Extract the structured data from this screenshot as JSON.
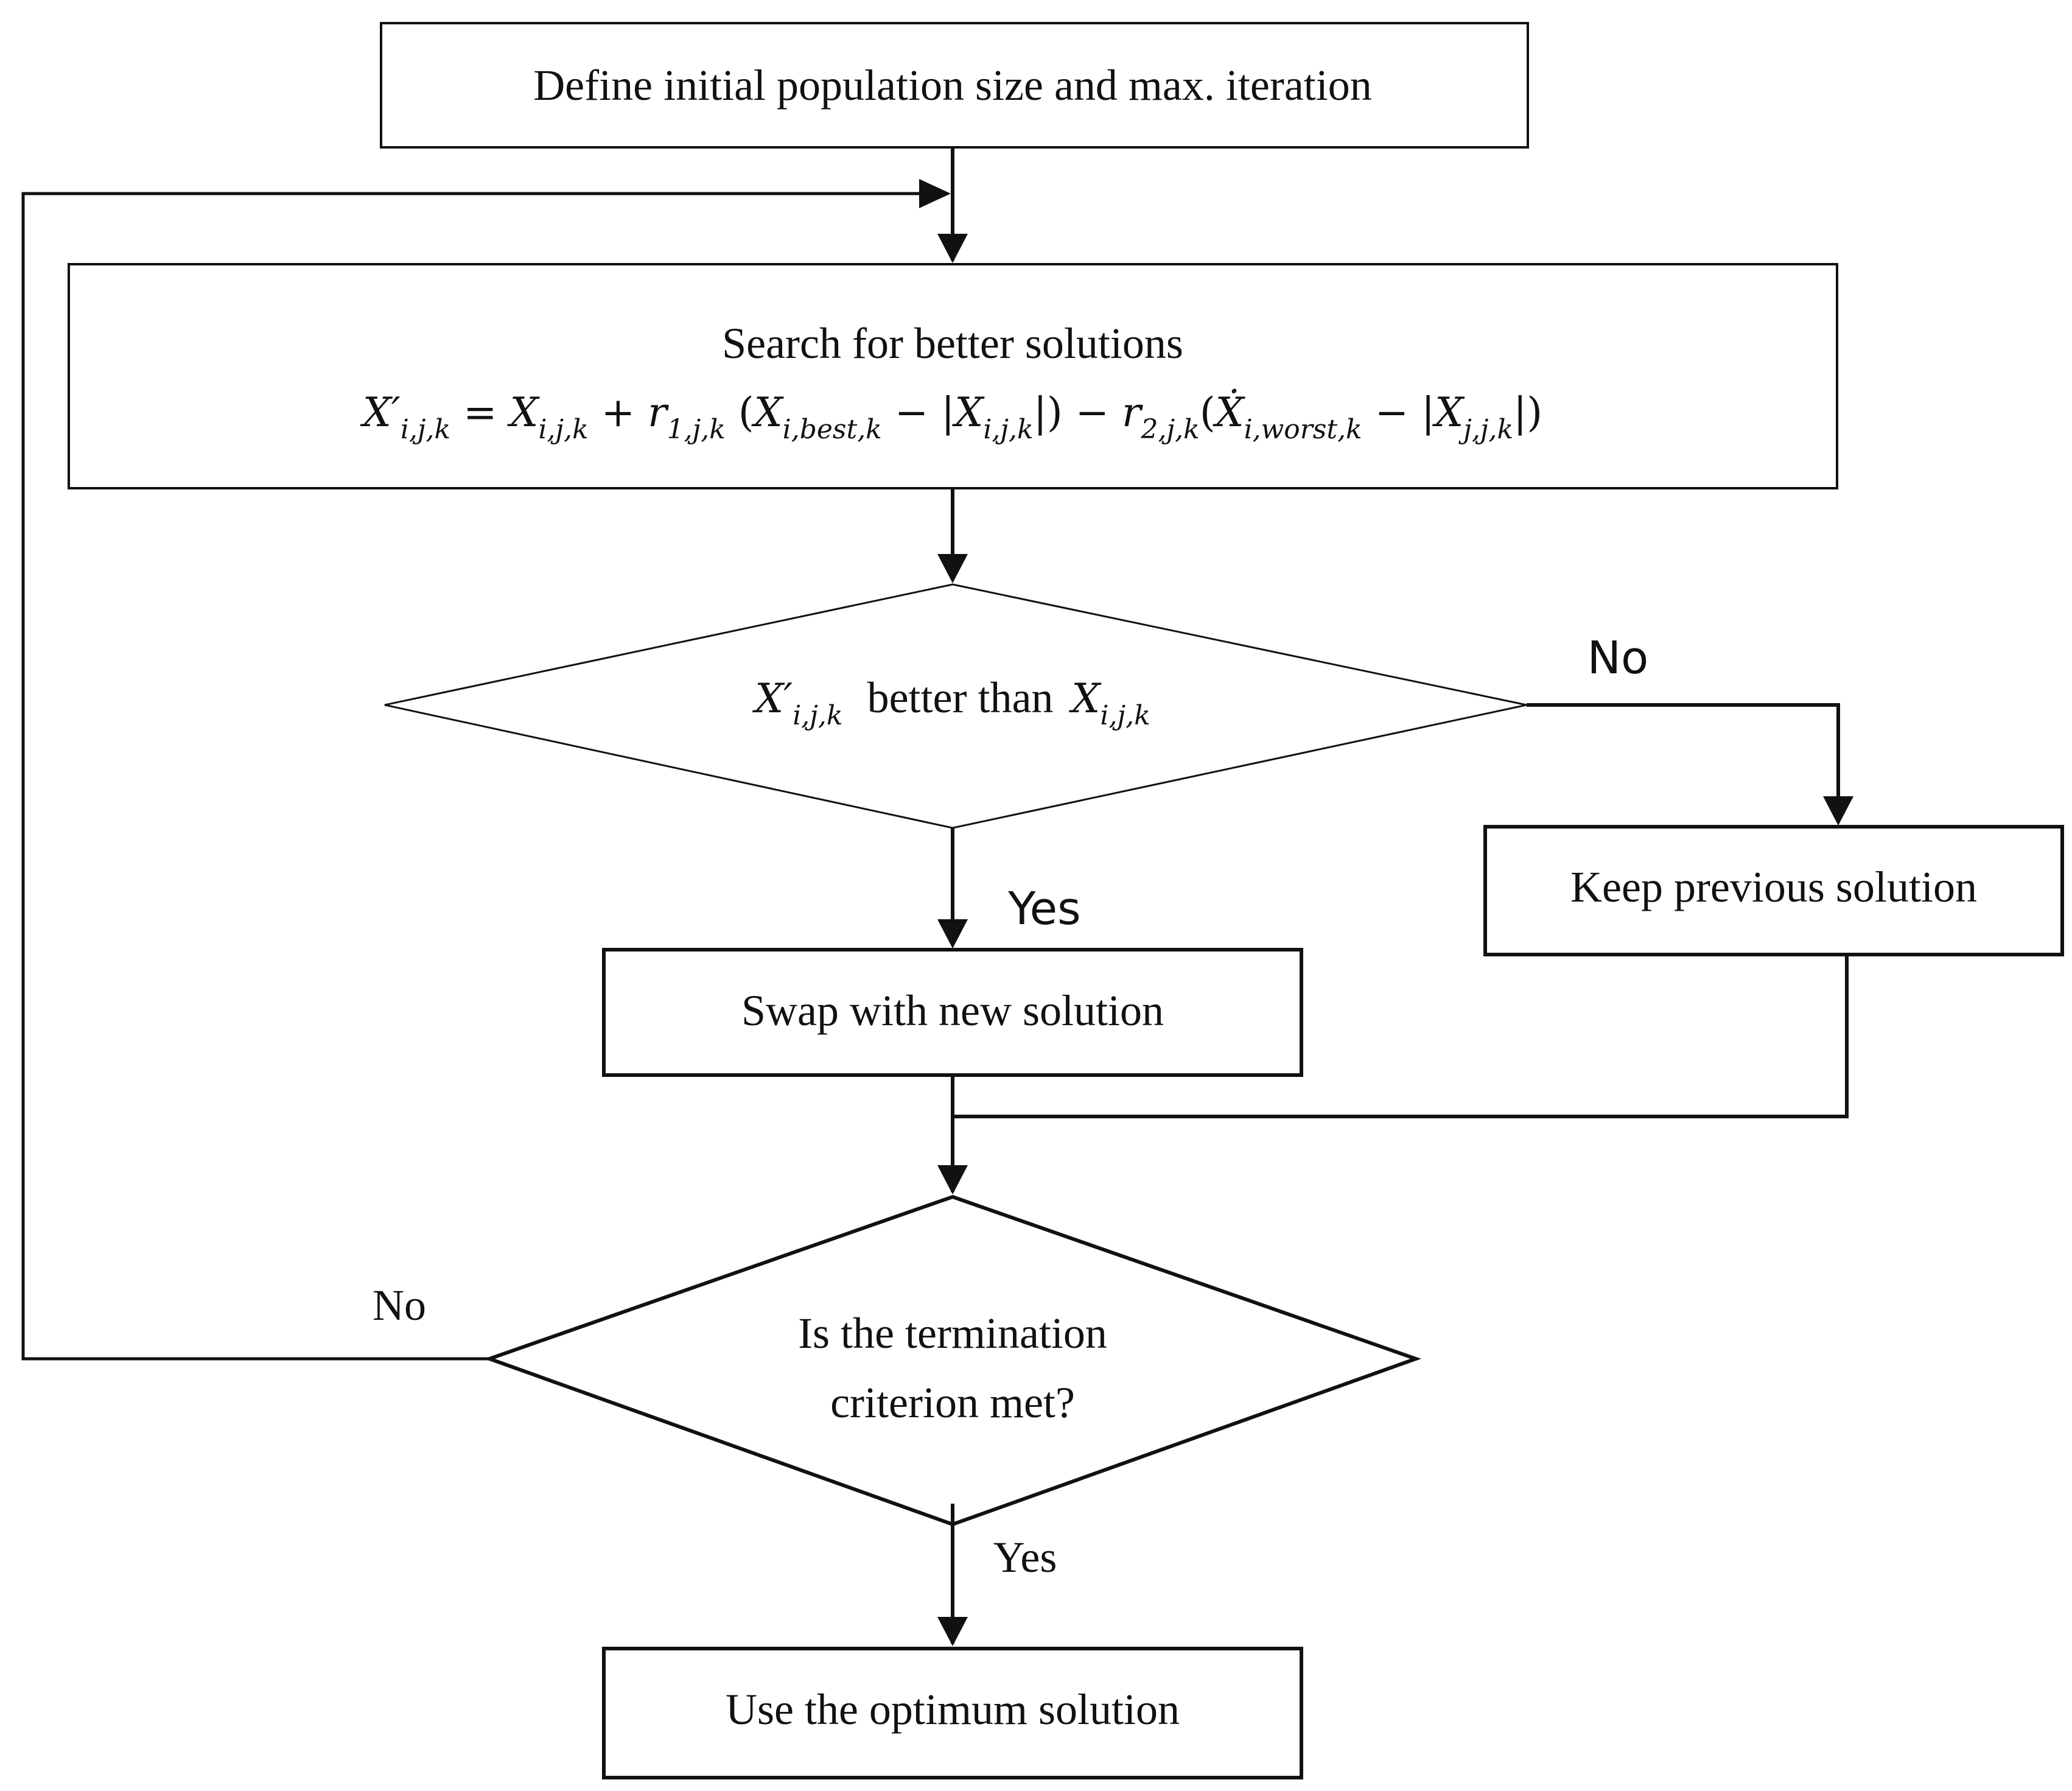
{
  "nodes": {
    "define": "Define initial population size and max. iteration",
    "search_title": "Search for better solutions",
    "keep": "Keep previous solution",
    "swap": "Swap with new solution",
    "termination_line1": "Is the termination",
    "termination_line2": "criterion met?",
    "use_optimum": "Use the optimum solution"
  },
  "formula": {
    "lhs": "X′",
    "lhs_sub": "i,j,k",
    "eq": " = ",
    "x1": "X",
    "x1_sub": "i,j,k",
    "plus": " + ",
    "r1": "r",
    "r1_sub": "1,j,k",
    "open1": " (",
    "xb": "X",
    "xb_sub": "i,best,k",
    "minus1": " − |",
    "xi": "X",
    "xi_sub": "i,j,k",
    "close1": "|) − ",
    "r2": "r",
    "r2_sub": "2,j,k",
    "open2": "(",
    "xw": "Ẋ",
    "xw_sub": "i,worst,k",
    "minus2": " − |",
    "xj": "X",
    "xj_sub": "j,j,k",
    "close2": "|)"
  },
  "decision": {
    "lhs": "X′",
    "lhs_sub": "i,j,k",
    "middle": "better than",
    "rhs": "X",
    "rhs_sub": "i,j,k"
  },
  "labels": {
    "no_right": "No",
    "yes_middle": "Yes",
    "no_left": "No",
    "yes_bottom": "Yes"
  }
}
